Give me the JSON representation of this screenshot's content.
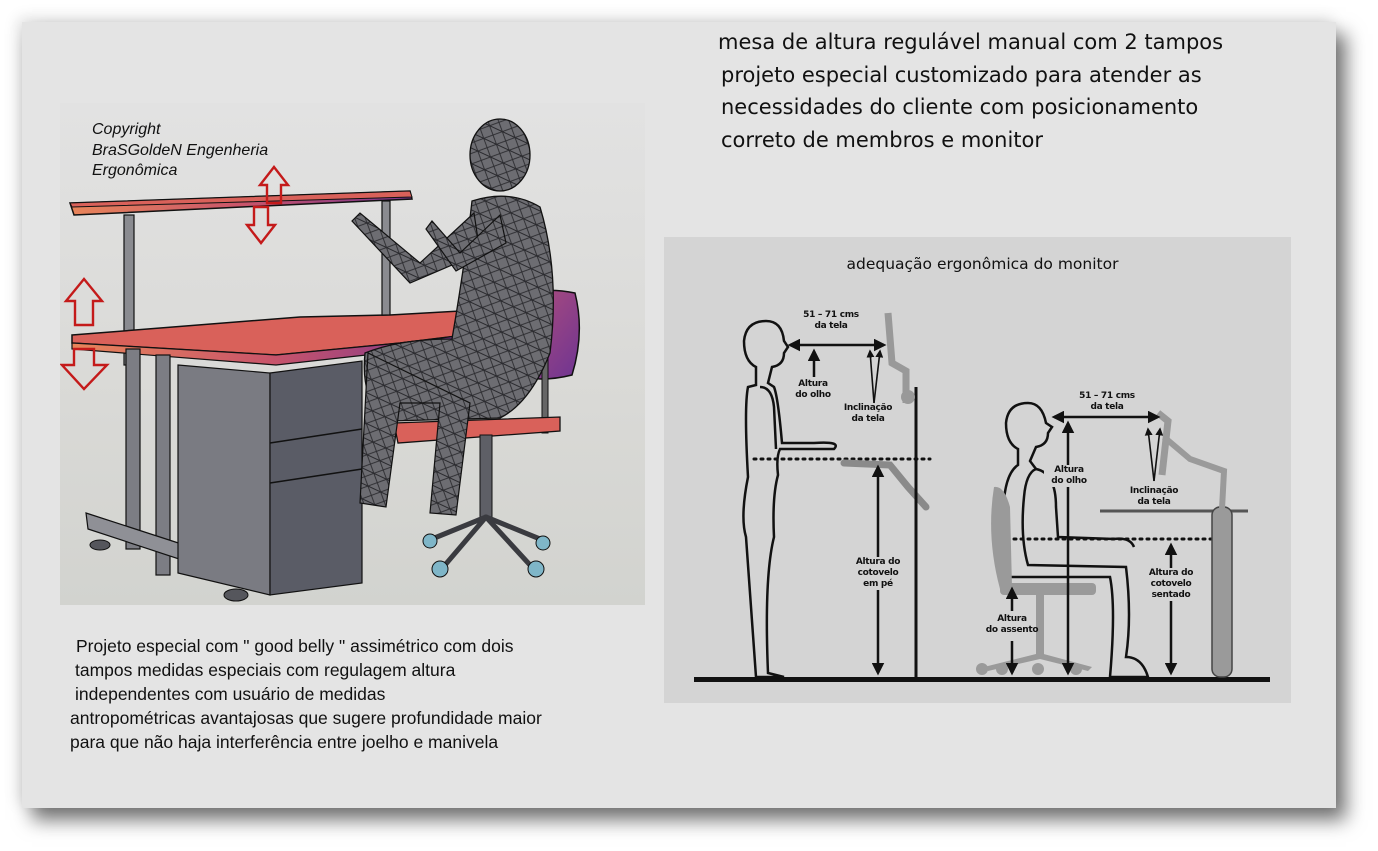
{
  "headline": {
    "lines": [
      "mesa de altura regulável manual com 2 tampos",
      "projeto especial customizado para atender as",
      "necessidades do cliente com posicionamento",
      "correto de membros e monitor"
    ]
  },
  "render": {
    "copyright": [
      "Copyright",
      "BraSGoldeN Engenheria",
      "Ergonômica"
    ],
    "icons": [
      "up-down-arrow-icon-upper-top",
      "up-down-arrow-icon-lower-top"
    ],
    "colors": {
      "desktop": "#d9615a",
      "desktop_edge": "#8a3a8e",
      "chair_back": "#7a3a8a",
      "cabinet": "#5e6068",
      "figure_mesh": "#6a6a6e",
      "arrow": "#c41a1a"
    }
  },
  "description": {
    "lines": [
      "Projeto especial com \" good belly \" assimétrico com dois",
      "tampos medidas especiais com regulagem altura",
      "independentes com usuário de medidas",
      "antropométricas avantajosas que sugere profundidade maior",
      "para que não haja interferência entre joelho e manivela"
    ]
  },
  "monitor_diagram": {
    "title": "adequação ergonômica do monitor",
    "standing": {
      "distance": [
        "51 – 71 cms",
        "da tela"
      ],
      "eye_height": [
        "Altura",
        "do olho"
      ],
      "screen_tilt": [
        "Inclinação",
        "da tela"
      ],
      "elbow_height": [
        "Altura do",
        "cotovelo",
        "em pé"
      ]
    },
    "seated": {
      "distance": [
        "51 – 71 cms",
        "da tela"
      ],
      "eye_height": [
        "Altura",
        "do olho"
      ],
      "screen_tilt": [
        "Inclinação",
        "da tela"
      ],
      "seat_height": [
        "Altura",
        "do assento"
      ],
      "elbow_height": [
        "Altura do",
        "cotovelo",
        "sentado"
      ]
    }
  }
}
